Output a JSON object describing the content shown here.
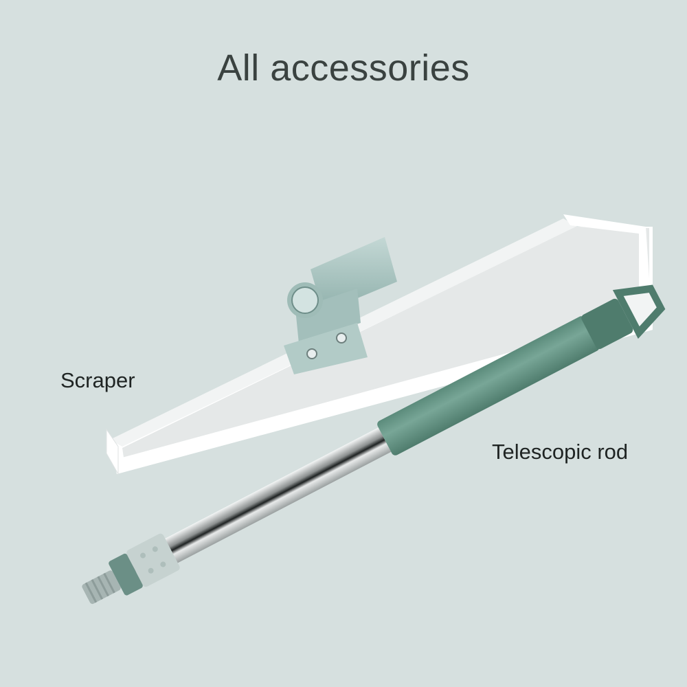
{
  "title": "All accessories",
  "labels": {
    "scraper": "Scraper",
    "telescopic_rod": "Telescopic rod"
  },
  "colors": {
    "background": "#d6e0df",
    "title_text": "#3a4240",
    "label_text": "#1f2423",
    "rod_green": "#6f9e8e",
    "rod_green_dark": "#4f7e6f",
    "blade_white": "#ffffff",
    "blade_shade": "#e6e9e9",
    "bracket": "#a9c3c0",
    "steel": "#c8cccc"
  },
  "items": [
    {
      "name": "Scraper",
      "parts": [
        "white rubber blade",
        "mint bracket with swivel joint",
        "two screws"
      ]
    },
    {
      "name": "Telescopic rod",
      "parts": [
        "green grip",
        "hanging loop end cap",
        "stainless steel tube",
        "locking collar",
        "threaded tip"
      ]
    }
  ]
}
